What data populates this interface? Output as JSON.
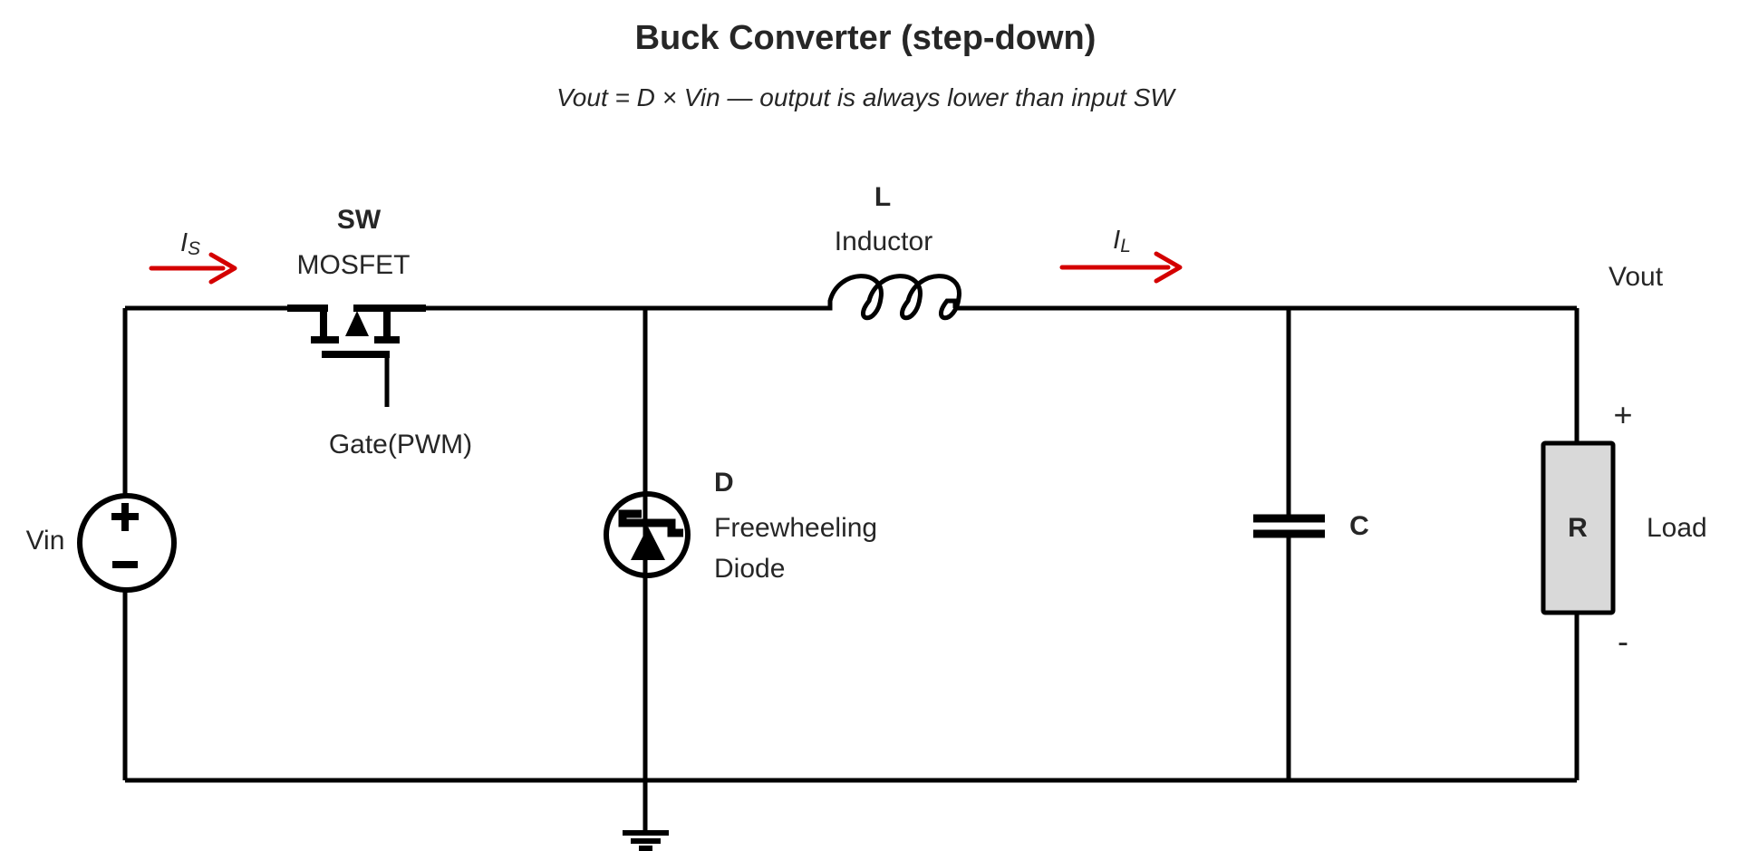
{
  "header": {
    "title": "Buck Converter (step-down)",
    "subtitle": "Vout = D × Vin — output is always lower than input SW"
  },
  "components": {
    "switch": {
      "name": "SW",
      "type": "MOSFET",
      "gate_label": "Gate(PWM)"
    },
    "inductor": {
      "name": "L",
      "type": "Inductor"
    },
    "diode": {
      "name": "D",
      "desc_line1": "Freewheeling",
      "desc_line2": "Diode"
    },
    "capacitor": {
      "name": "C"
    },
    "resistor": {
      "name": "R",
      "load_label": "Load",
      "plus": "+",
      "minus": "-"
    },
    "source": {
      "name": "Vin"
    },
    "output": {
      "name": "Vout"
    }
  },
  "currents": {
    "is": {
      "main": "I",
      "sub": "S"
    },
    "il": {
      "main": "I",
      "sub": "L"
    }
  },
  "colors": {
    "ink": "#000000",
    "text": "#262626",
    "arrow_red": "#d40000",
    "resistor_fill": "#d9d9d9"
  }
}
